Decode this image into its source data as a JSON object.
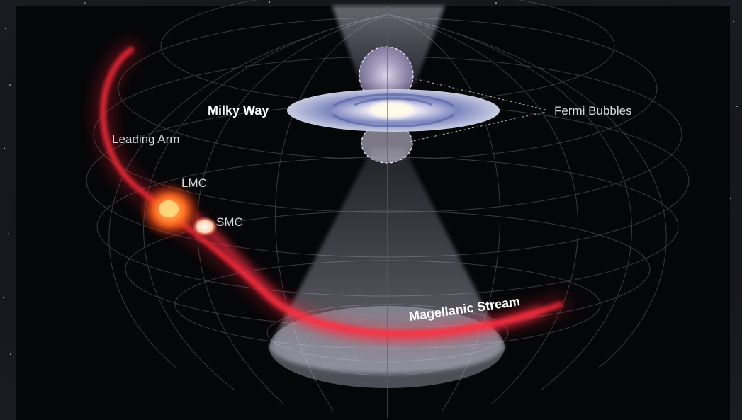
{
  "labels": {
    "milky_way": "Milky Way",
    "fermi_bubbles": "Fermi Bubbles",
    "leading_arm": "Leading Arm",
    "lmc": "LMC",
    "smc": "SMC",
    "magellanic_stream": "Magellanic Stream"
  },
  "colors": {
    "background": "#07090c",
    "grid": "#4a4d52",
    "stream": "#ff2a3a",
    "cone": "#dcdcf0",
    "galaxy_core": "#fff6e0",
    "galaxy_arms": "#8a94c8"
  }
}
